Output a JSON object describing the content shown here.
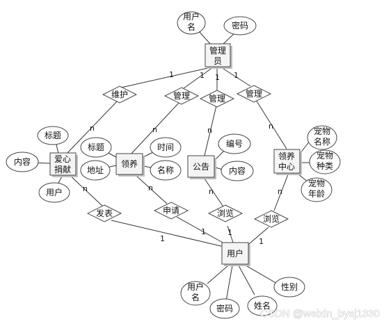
{
  "entities": {
    "admin": [
      "管理",
      "员"
    ],
    "donation": [
      "爱心",
      "捐献"
    ],
    "adoption": [
      "领养"
    ],
    "notice": [
      "公告"
    ],
    "center": [
      "领养",
      "中心"
    ],
    "user": [
      "用户"
    ]
  },
  "attributes": {
    "admin_user": [
      "用户",
      "名"
    ],
    "admin_pwd": [
      "密码"
    ],
    "don_title": [
      "标题"
    ],
    "don_content": [
      "内容"
    ],
    "don_user": [
      "用户"
    ],
    "ad_title": [
      "标题"
    ],
    "ad_time": [
      "时间"
    ],
    "ad_addr": [
      "地址"
    ],
    "ad_name": [
      "名称"
    ],
    "no_id": [
      "编号"
    ],
    "no_content": [
      "内容"
    ],
    "ce_pname": [
      "宠物",
      "名称"
    ],
    "ce_kind": [
      "宠物",
      "种类"
    ],
    "ce_age": [
      "宠物",
      "年龄"
    ],
    "us_user": [
      "用户",
      "名"
    ],
    "us_pwd": [
      "密码"
    ],
    "us_name": [
      "姓名"
    ],
    "us_sex": [
      "性别"
    ]
  },
  "relationships": {
    "maintain": "维护",
    "manage1": "管理",
    "manage2": "管理",
    "manage3": "管理",
    "publish": "发表",
    "apply": "申请",
    "browse1": "浏览",
    "browse2": "浏览"
  },
  "cardinalities": {
    "one": "1",
    "many": "n"
  },
  "watermark": "CSDN @weixin_bysj1330"
}
